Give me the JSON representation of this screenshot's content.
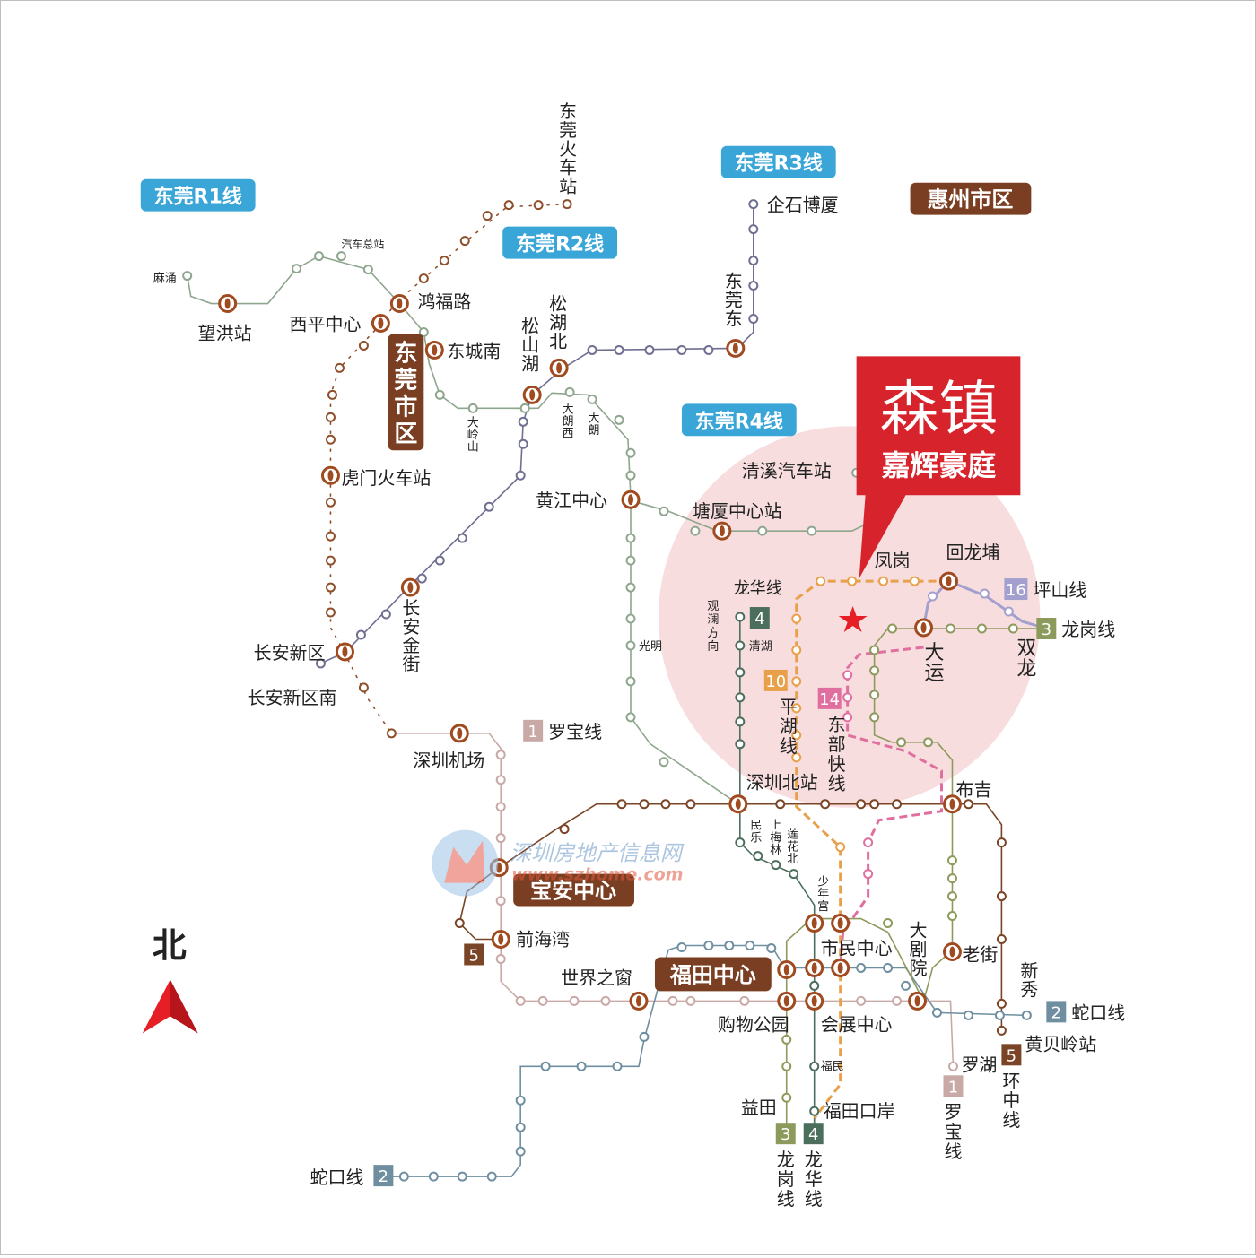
{
  "colors": {
    "line1_luobao": "#c9a9a6",
    "line2_shekou": "#6f8fa1",
    "line3_longgang": "#8c9a5b",
    "line4_longhua": "#4c6e5d",
    "line5_huanzhong": "#7a4426",
    "line10": "#e8a04a",
    "line14": "#e06fa0",
    "line16": "#a3a0cf",
    "dg_r1": "#8fa68e",
    "dg_r2": "#8e4f2b",
    "dg_r3": "#6f6f92",
    "interchange": "#a04a20",
    "callout_red": "#d7232b",
    "badge_blue": "#3aa6d8",
    "badge_brown": "#7a3f22",
    "circle_pink": "#f6d7d8"
  },
  "callout": {
    "title": "森镇",
    "subtitle": "嘉辉豪庭"
  },
  "north_label": "北",
  "watermark": {
    "name": "深圳房地产信息网",
    "url": "www.szhome.com"
  },
  "blue_badges": {
    "r1": "东莞R1线",
    "r2": "东莞R2线",
    "r3": "东莞R3线",
    "r4": "东莞R4线"
  },
  "brown_badges": {
    "huizhou": "惠州市区",
    "dongguan": "东莞市区",
    "baoan": "宝安中心",
    "futian": "福田中心"
  },
  "line_labels": {
    "l1": {
      "num": "1",
      "name": "罗宝线"
    },
    "l1s": {
      "num": "1",
      "name": "罗宝线"
    },
    "l2": {
      "num": "2",
      "name": "蛇口线"
    },
    "l2s": {
      "num": "2",
      "name": "蛇口线"
    },
    "l3": {
      "num": "3",
      "name": "龙岗线"
    },
    "l3s": {
      "num": "3",
      "name": "龙岗线"
    },
    "l4": {
      "num": "4",
      "name": "龙华线"
    },
    "l4s": {
      "num": "4",
      "name": "龙华线"
    },
    "l5": {
      "num": "5"
    },
    "l5s": {
      "num": "5",
      "name": "环中线"
    },
    "l10": {
      "num": "10",
      "name": "平湖线"
    },
    "l14": {
      "num": "14",
      "name": "东部快线"
    },
    "l16": {
      "num": "16",
      "name": "坪山线"
    },
    "guanlan": "观澜方向"
  },
  "stations": {
    "mayong": "麻涌",
    "wanghong": "望洪站",
    "qichezongzhan": "汽车总站",
    "xiping": "西平中心",
    "hongfu": "鸿福路",
    "dongchengnan": "东城南",
    "dongguanhuoche": "东莞火车站",
    "songhubei": "松湖北",
    "songshanhu": "松山湖",
    "daling": "大岭山",
    "dalangxi": "大朗西",
    "dalang": "大朗",
    "qishi": "企石博厦",
    "dongguandong": "东莞东",
    "humen": "虎门火车站",
    "huangjiang": "黄江中心",
    "tangxia": "塘厦中心站",
    "qingxi": "清溪汽车站",
    "fenggang": "凤岗",
    "huilongpu": "回龙埔",
    "dayun": "大运",
    "shuanglong": "双龙",
    "changanjie": "长安金街",
    "changanxin": "长安新区",
    "changannan": "长安新区南",
    "jichang": "深圳机场",
    "guangming": "光明",
    "qinghu": "清湖",
    "szbei": "深圳北站",
    "buji": "布吉",
    "minle": "民乐",
    "shangmeilin": "上梅林",
    "lianhuabei": "莲花北",
    "shaoniangong": "少年宫",
    "shimin": "市民中心",
    "dajuyuan": "大剧院",
    "laojie": "老街",
    "qianhai": "前海湾",
    "shijie": "世界之窗",
    "gouwu": "购物公园",
    "huizhan": "会展中心",
    "xinxiu": "新秀",
    "huangbeiling": "黄贝岭站",
    "luohu": "罗湖",
    "yitian": "益田",
    "futian_kou": "福田口岸",
    "fumin": "福民",
    "shekouxian": "蛇口线"
  }
}
